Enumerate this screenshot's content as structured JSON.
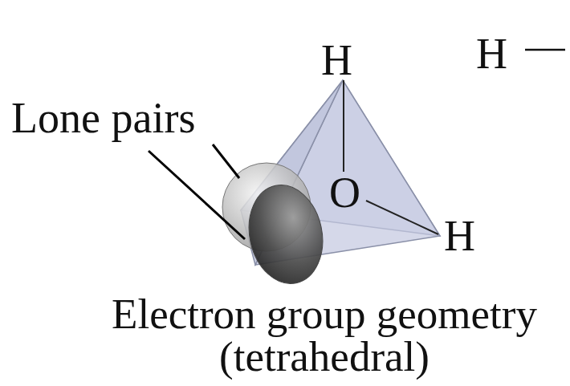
{
  "diagram": {
    "caption": "Electron group geometry (tetrahedral)",
    "labels": [
      "H",
      "H",
      "Lone pairs",
      "O",
      "H"
    ]
  }
}
